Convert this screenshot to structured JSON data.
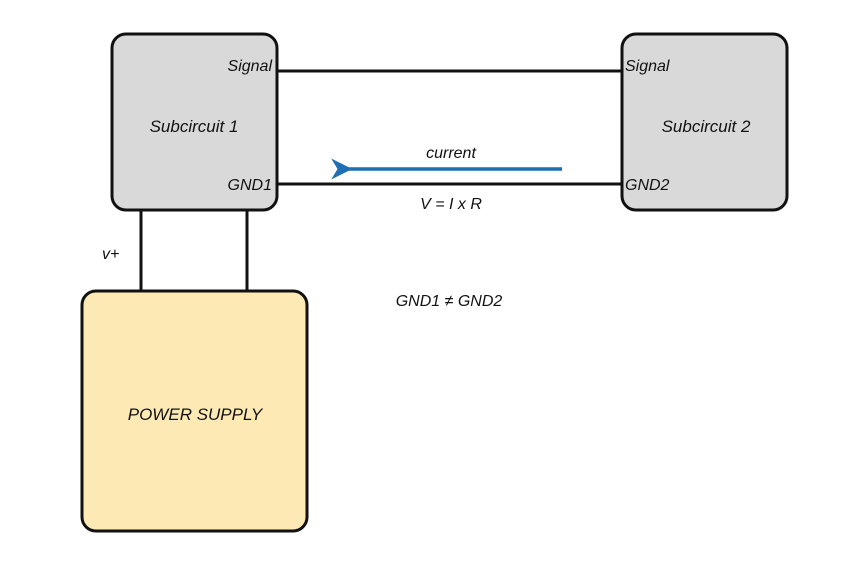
{
  "diagram": {
    "subcircuit1": {
      "title": "Subcircuit 1",
      "port_signal": "Signal",
      "port_ground": "GND1",
      "fill": "#d9d9d9"
    },
    "subcircuit2": {
      "title": "Subcircuit 2",
      "port_signal": "Signal",
      "port_ground": "GND2",
      "fill": "#d9d9d9"
    },
    "power_supply": {
      "title": "POWER SUPPLY",
      "fill": "#fce9b4",
      "rail_label": "v+"
    },
    "current_arrow": {
      "label": "current",
      "color": "#1f6fb5",
      "direction": "left"
    },
    "ground_wire_label": "V = I x R",
    "note": "GND1 ≠ GND2",
    "stroke_color": "#111111"
  }
}
